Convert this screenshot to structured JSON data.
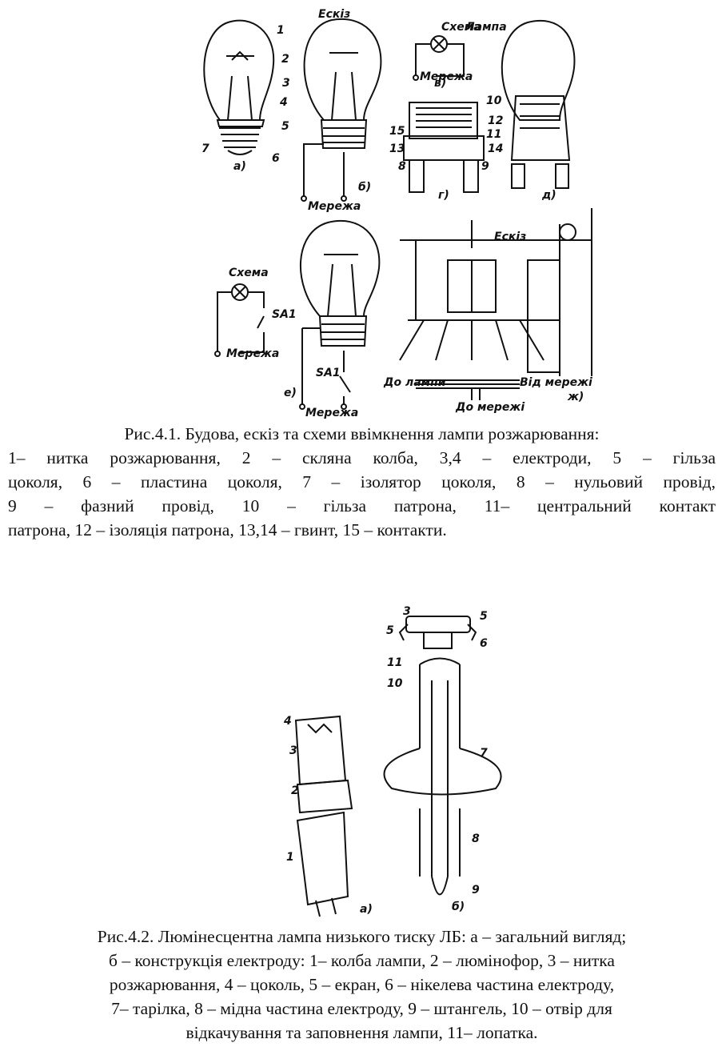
{
  "figure1": {
    "labels": {
      "sketch_top": "Ескіз",
      "sketch_mid": "Ескіз",
      "scheme_top": "Схема",
      "lamp_top": "Лампа",
      "network_v": "Мережа",
      "network_b": "Мережа",
      "network_left": "Мережа",
      "network_e": "Мережа",
      "scheme_left": "Схема",
      "sa1_left": "SA1",
      "sa1_e": "SA1",
      "to_lamp": "До лампи",
      "from_network": "Від мережі",
      "to_network": "До мережі",
      "panel_a": "а)",
      "panel_b": "б)",
      "panel_v": "в)",
      "panel_g": "г)",
      "panel_d": "д)",
      "panel_e": "е)",
      "panel_zh": "ж)",
      "n1": "1",
      "n2": "2",
      "n3": "3",
      "n4": "4",
      "n5": "5",
      "n6": "6",
      "n7": "7",
      "n8": "8",
      "n9": "9",
      "n10": "10",
      "n11": "11",
      "n12": "12",
      "n13": "13",
      "n14": "14",
      "n15": "15"
    }
  },
  "caption1": {
    "title": "Рис.4.1. Будова, ескіз та схеми ввімкнення лампи розжарювання:",
    "lines": [
      "1– нитка розжарювання, 2 – скляна колба, 3,4 – електроди, 5 – гільза",
      "цоколя, 6 – пластина цоколя, 7 – ізолятор цоколя, 8 – нульовий провід,",
      "9 – фазний провід, 10 – гільза патрона, 11– центральний контакт",
      "патрона, 12 – ізоляція патрона, 13,14 – гвинт, 15 – контакти."
    ]
  },
  "figure2": {
    "labels": {
      "panel_a": "а)",
      "panel_b": "б)",
      "n1": "1",
      "n2": "2",
      "n3": "3",
      "n4": "4",
      "n5": "5",
      "n6": "6",
      "n7": "7",
      "n8": "8",
      "n9": "9",
      "n10": "10",
      "n11": "11"
    }
  },
  "caption2": {
    "lines": [
      "Рис.4.2. Люмінесцентна лампа низького тиску ЛБ: а – загальний вигляд;",
      "б – конструкція електроду: 1– колба лампи, 2 – люмінофор, 3 – нитка",
      "розжарювання, 4 – цоколь, 5 – екран, 6 – нікелева частина електроду,",
      "7– тарілка, 8 – мідна частина електроду, 9 – штангель, 10 – отвір для",
      "відкачування та заповнення лампи, 11– лопатка."
    ]
  }
}
